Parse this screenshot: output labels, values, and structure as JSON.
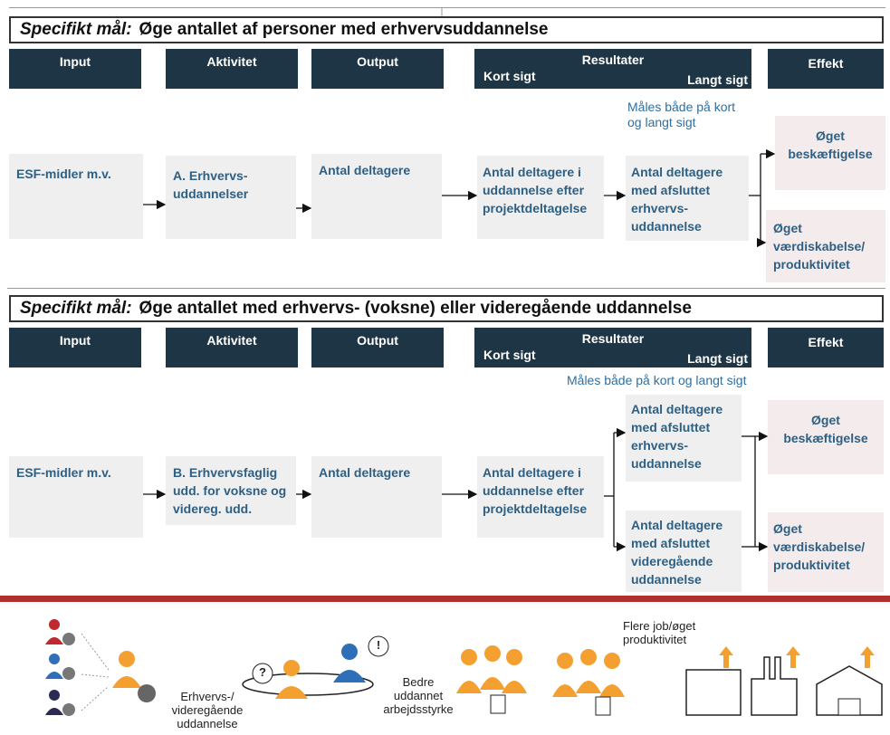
{
  "colors": {
    "header_bg": "#1d3545",
    "box_bg": "#efefef",
    "box_pink": "#f4ecec",
    "text_blue": "#2f5f82",
    "divider": "#b03030",
    "icon_orange": "#f4a030"
  },
  "sections": [
    {
      "title_label": "Specifikt mål:",
      "title_text": "Øge antallet af personer med erhvervsuddannelse",
      "headers": {
        "input": "Input",
        "aktivitet": "Aktivitet",
        "output": "Output",
        "resultater": "Resultater",
        "kort": "Kort sigt",
        "langt": "Langt sigt",
        "effekt": "Effekt"
      },
      "note": "Måles både på kort og langt sigt",
      "boxes": {
        "input": "ESF-midler m.v.",
        "aktivitet": "A. Erhvervs-uddannelser",
        "output": "Antal deltagere",
        "kort": "Antal deltagere i uddannelse efter projektdeltagelse",
        "langt": "Antal deltagere med afsluttet erhvervs-uddannelse",
        "effekt1": "Øget beskæftigelse",
        "effekt2": "Øget værdiskabelse/ produktivitet"
      }
    },
    {
      "title_label": "Specifikt mål:",
      "title_text": "Øge antallet med erhvervs- (voksne) eller videregående uddannelse",
      "headers": {
        "input": "Input",
        "aktivitet": "Aktivitet",
        "output": "Output",
        "resultater": "Resultater",
        "kort": "Kort sigt",
        "langt": "Langt sigt",
        "effekt": "Effekt"
      },
      "note": "Måles både på kort og langt sigt",
      "boxes": {
        "input": "ESF-midler m.v.",
        "aktivitet": "B. Erhvervsfaglig udd. for voksne og videreg. udd.",
        "output": "Antal deltagere",
        "kort": "Antal deltagere i uddannelse efter projektdeltagelse",
        "langt1": "Antal deltagere med afsluttet erhvervs-uddannelse",
        "langt2": "Antal deltagere med afsluttet videregående uddannelse",
        "effekt1": "Øget beskæftigelse",
        "effekt2": "Øget værdiskabelse/ produktivitet"
      }
    }
  ],
  "bottom": {
    "label_education": "Erhvervs-/ videregående uddannelse",
    "label_workforce": "Bedre uddannet arbejdsstyrke",
    "label_jobs": "Flere job/øget produktivitet",
    "question_mark": "?",
    "exclamation_mark": "!"
  }
}
